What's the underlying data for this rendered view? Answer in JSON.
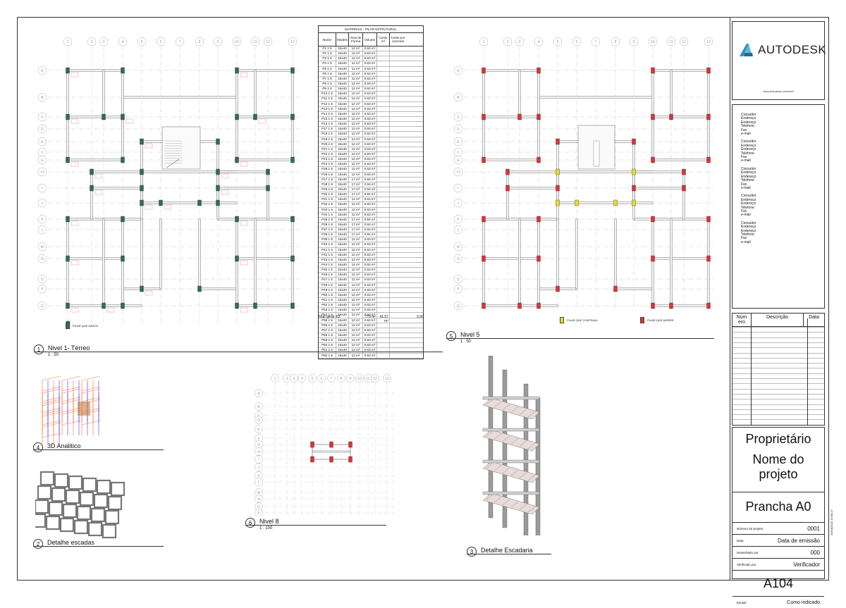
{
  "titleblock": {
    "brand": "AUTODESK",
    "url": "www.autodesk.com/revit",
    "consultants": [
      [
        "Consultor",
        "Endereço",
        "Endereço",
        "Telefone",
        "Fax",
        "e-mail"
      ],
      [
        "Consultor",
        "Endereço",
        "Endereço",
        "Telefone",
        "Fax",
        "e-mail"
      ],
      [
        "Consultor",
        "Endereço",
        "Endereço",
        "Telefone",
        "Fax",
        "e-mail"
      ],
      [
        "Consultor",
        "Endereço",
        "Endereço",
        "Telefone",
        "Fax",
        "e-mail"
      ],
      [
        "Consultor",
        "Endereço",
        "Endereço",
        "Telefone",
        "Fax",
        "e-mail"
      ]
    ],
    "rev_headers": [
      "Núm ero",
      "Descrição",
      "Data"
    ],
    "owner": "Proprietário",
    "project_name": "Nome do projeto",
    "sheet_name": "Prancha A0",
    "fields": [
      {
        "label": "Número do projeto",
        "value": "0001"
      },
      {
        "label": "Data",
        "value": "Data de emissão"
      },
      {
        "label": "Desenhado por",
        "value": "000"
      },
      {
        "label": "Verificado por",
        "value": "Verificador"
      }
    ],
    "sheet_number": "A104",
    "scale_label": "Escala",
    "scale_value": "Como indicado",
    "timestamp": "24/03/2022 19:50:17"
  },
  "schedule": {
    "title": "MATERIAIS - PILAR ESTRUTURAL",
    "headers": [
      "Nome",
      "Modelo",
      "Área de Forma",
      "Volume",
      "Custo m²",
      "Custo por concreto"
    ],
    "rows": [
      [
        "P1 1 5",
        "15x40",
        "12 m²",
        "0.63 m³"
      ],
      [
        "P2 1 5",
        "15x40",
        "12 m²",
        "0.63 m³"
      ],
      [
        "P3 1 5",
        "15x40",
        "12 m²",
        "0.63 m³"
      ],
      [
        "P4 1 5",
        "15x40",
        "12 m²",
        "0.63 m³"
      ],
      [
        "P5 1 5",
        "15x40",
        "12 m²",
        "0.63 m³"
      ],
      [
        "P6 1 5",
        "15x40",
        "12 m²",
        "0.63 m³"
      ],
      [
        "P7 1 5",
        "15x40",
        "12 m²",
        "0.63 m³"
      ],
      [
        "P8 1 5",
        "15x40",
        "12 m²",
        "0.63 m³"
      ],
      [
        "P9 1 5",
        "15x40",
        "12 m²",
        "0.63 m³"
      ],
      [
        "P10 1 5",
        "15x40",
        "12 m²",
        "0.63 m³"
      ],
      [
        "P11 1 5",
        "15x40",
        "12 m²",
        "0.63 m³"
      ],
      [
        "P12 1 5",
        "15x40",
        "12 m²",
        "0.63 m³"
      ],
      [
        "P13 1 5",
        "15x40",
        "12 m²",
        "0.63 m³"
      ],
      [
        "P14 1 5",
        "15x40",
        "12 m²",
        "0.63 m³"
      ],
      [
        "P15 1 5",
        "15x40",
        "12 m²",
        "0.63 m³"
      ],
      [
        "P16 1 5",
        "15x40",
        "12 m²",
        "0.63 m³"
      ],
      [
        "P17 1 5",
        "15x40",
        "12 m²",
        "0.63 m³"
      ],
      [
        "P18 1 5",
        "15x40",
        "12 m²",
        "0.63 m³"
      ],
      [
        "P19 1 5",
        "15x40",
        "12 m²",
        "0.63 m³"
      ],
      [
        "P20 1 5",
        "15x40",
        "12 m²",
        "0.63 m³"
      ],
      [
        "P21 1 5",
        "15x40",
        "12 m²",
        "0.63 m³"
      ],
      [
        "P22 1 5",
        "15x40",
        "12 m²",
        "0.63 m³"
      ],
      [
        "P23 1 5",
        "15x40",
        "12 m²",
        "0.63 m³"
      ],
      [
        "P24 1 5",
        "15x40",
        "12 m²",
        "0.63 m³"
      ],
      [
        "P25 1 5",
        "15x40",
        "12 m²",
        "0.63 m³"
      ],
      [
        "P26 1 5",
        "15x40",
        "12 m²",
        "0.63 m³"
      ],
      [
        "P27 1 8",
        "15x40",
        "17 m²",
        "0.94 m³"
      ],
      [
        "P28 1 8",
        "15x40",
        "17 m²",
        "0.94 m³"
      ],
      [
        "P29 1 8",
        "15x40",
        "17 m²",
        "0.94 m³"
      ],
      [
        "P30 1 8",
        "15x40",
        "17 m²",
        "0.94 m³"
      ],
      [
        "P31 1 5",
        "15x40",
        "12 m²",
        "0.63 m³"
      ],
      [
        "P32 1 5",
        "15x40",
        "12 m²",
        "0.63 m³"
      ],
      [
        "P33 1 5",
        "15x40",
        "12 m²",
        "0.63 m³"
      ],
      [
        "P34 1 5",
        "15x40",
        "12 m²",
        "0.63 m³"
      ],
      [
        "P35 1 8",
        "15x40",
        "17 m²",
        "0.94 m³"
      ],
      [
        "P36 1 8",
        "15x40",
        "17 m²",
        "0.94 m³"
      ],
      [
        "P37 1 8",
        "15x40",
        "17 m²",
        "0.94 m³"
      ],
      [
        "P38 1 8",
        "15x40",
        "17 m²",
        "0.94 m³"
      ],
      [
        "P39 1 5",
        "15x40",
        "12 m²",
        "0.63 m³"
      ],
      [
        "P40 1 5",
        "15x40",
        "12 m²",
        "0.63 m³"
      ],
      [
        "P41 1 5",
        "15x40",
        "12 m²",
        "0.63 m³"
      ],
      [
        "P42 1 5",
        "15x40",
        "12 m²",
        "0.63 m³"
      ],
      [
        "P43 1 5",
        "15x40",
        "12 m²",
        "0.63 m³"
      ],
      [
        "P44 1 5",
        "15x40",
        "12 m²",
        "0.63 m³"
      ],
      [
        "P45 1 5",
        "15x40",
        "12 m²",
        "0.63 m³"
      ],
      [
        "P46 1 5",
        "15x40",
        "12 m²",
        "0.63 m³"
      ],
      [
        "P47 1 5",
        "15x40",
        "12 m²",
        "0.63 m³"
      ],
      [
        "P48 1 5",
        "15x40",
        "12 m²",
        "0.63 m³"
      ],
      [
        "P49 1 5",
        "15x40",
        "12 m²",
        "0.63 m³"
      ],
      [
        "P50 1 5",
        "15x40",
        "12 m²",
        "0.63 m³"
      ],
      [
        "P51 1 5",
        "15x40",
        "12 m²",
        "0.63 m³"
      ],
      [
        "P52 1 5",
        "15x40",
        "12 m²",
        "0.63 m³"
      ],
      [
        "P53 1 5",
        "15x40",
        "12 m²",
        "0.63 m³"
      ],
      [
        "P54 1 5",
        "15x40",
        "12 m²",
        "0.63 m³"
      ],
      [
        "P55 1 5",
        "15x40",
        "12 m²",
        "0.63 m³"
      ],
      [
        "P56 1 5",
        "15x40",
        "12 m²",
        "0.63 m³"
      ],
      [
        "P57 1 5",
        "15x40",
        "12 m²",
        "0.63 m³"
      ],
      [
        "P58 1 5",
        "15x40",
        "12 m²",
        "0.63 m³"
      ],
      [
        "P59 1 5",
        "15x40",
        "12 m²",
        "0.63 m³"
      ],
      [
        "P60 1 5",
        "15x40",
        "12 m²",
        "0.63 m³"
      ],
      [
        "P61 1 5",
        "15x40",
        "12 m²",
        "0.63 m³"
      ],
      [
        "P62 1 5",
        "15x40",
        "12 m²",
        "0.63 m³"
      ]
    ],
    "total_label": "Total geral: 62",
    "total_area": "770 m²",
    "total_volume": "41.57 m³",
    "total_cost": "0.00"
  },
  "grid": {
    "columns": [
      "1",
      "2",
      "3",
      "4",
      "5",
      "6",
      "7",
      "8",
      "9",
      "10",
      "11",
      "12",
      "13"
    ],
    "rows": [
      "A",
      "B",
      "C",
      "D",
      "E",
      "F",
      "G",
      "H",
      "I",
      "J",
      "K",
      "L",
      "M",
      "N",
      "O",
      "P",
      "Q"
    ],
    "level8_rows": [
      "A",
      "B",
      "C",
      "D",
      "E",
      "F",
      "G",
      "H",
      "I",
      "J",
      "K",
      "L",
      "M",
      "N",
      "O",
      "P",
      "Q"
    ]
  },
  "views": {
    "v1": {
      "num": "1",
      "name": "Nivel 1- Térreo",
      "scale": "1 : 50"
    },
    "v5": {
      "num": "5",
      "name": "Nivel 5",
      "scale": "1 : 50"
    },
    "v4": {
      "num": "4",
      "name": "3D Analitico"
    },
    "v2": {
      "num": "2",
      "name": "Detalhe escadas"
    },
    "v6": {
      "num": "6",
      "name": "Nivel 8",
      "scale": "1 : 100"
    },
    "v3": {
      "num": "3",
      "name": "Detalhe Escadaria"
    }
  },
  "legends": {
    "pilar_nasce": "PILAR QUE NASCE",
    "pilar_continua": "PILAR QUE CONTINUA",
    "pilar_morre": "PILAR QUE MORRE"
  },
  "colors": {
    "nasce": "#2e6b5e",
    "continua": "#e8e020",
    "morre": "#e0303a"
  }
}
